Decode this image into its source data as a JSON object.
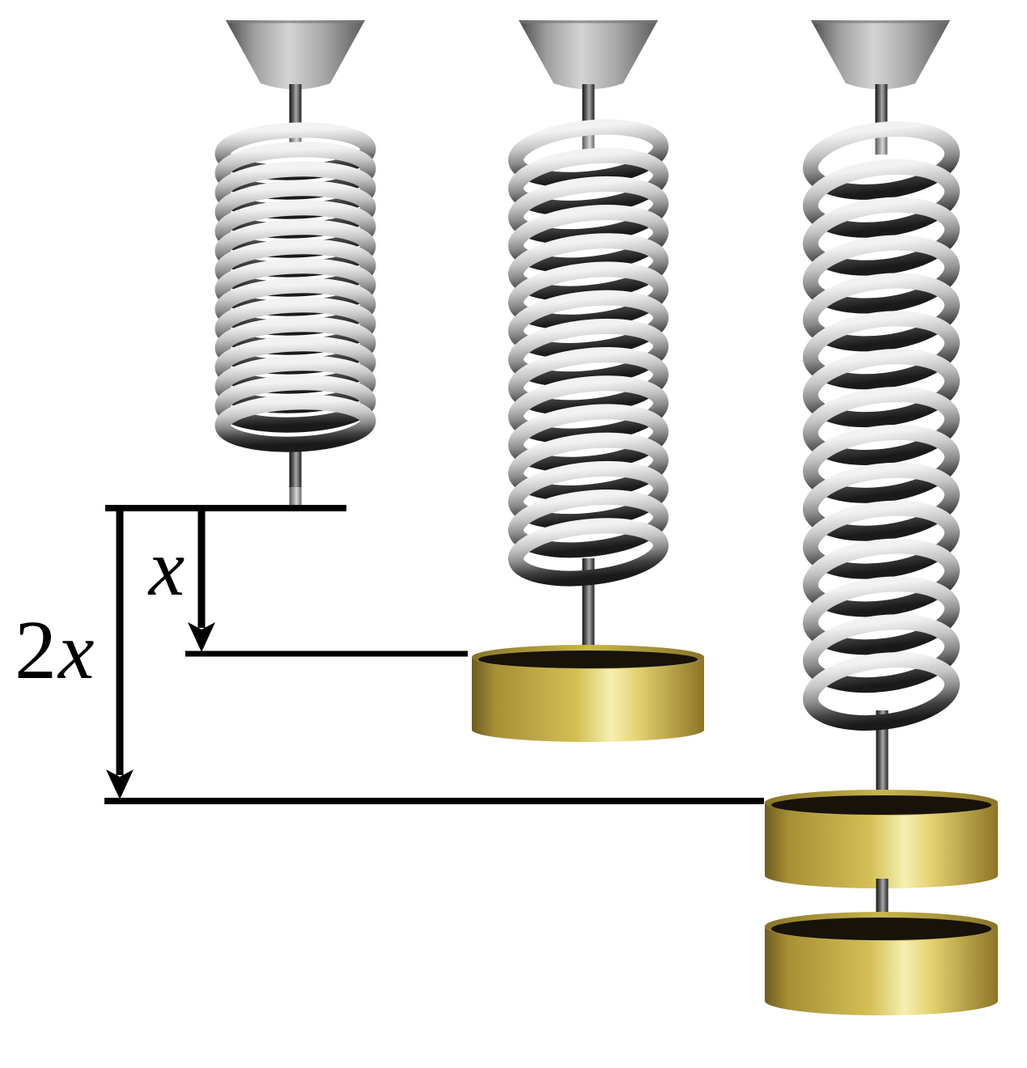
{
  "diagram": {
    "kind": "spring-extension-hookes-law",
    "description": "Three identical springs hang from conical supports: an unloaded spring, a spring stretched by x with one brass weight, and a spring stretched by 2x with two brass weights",
    "assemblies": [
      {
        "name": "unloaded spring",
        "hanging_weights": 0,
        "extension_label": ""
      },
      {
        "name": "spring with one weight",
        "hanging_weights": 1,
        "extension_label": "x"
      },
      {
        "name": "spring with two weights",
        "hanging_weights": 2,
        "extension_label": "2x"
      }
    ]
  },
  "labels": {
    "extension_small": "x",
    "extension_large": "2x",
    "extension_large_digit": "2",
    "extension_large_var": "x"
  },
  "colors": {
    "background": "#ffffff",
    "line": "#000000",
    "coil_stops": [
      "#f2f2f2",
      "#c4c4c4",
      "#8c8c8c",
      "#404040",
      "#1a1a1a"
    ],
    "cone_stops": [
      "#4a4a4a",
      "#9e9e9e",
      "#d4d4d4",
      "#a8a8a8",
      "#5c5c5c"
    ],
    "rod_stops": [
      "#111111",
      "#777777",
      "#a9a9a9",
      "#222222"
    ],
    "rod_sleeve_stops": [
      "#555555",
      "#b5b5b5",
      "#d8d8d8",
      "#666666"
    ],
    "gold_stops": [
      "#6e5c20",
      "#a78f35",
      "#d4bf55",
      "#f6efb0",
      "#e2d06e",
      "#8c7426"
    ],
    "gold_top_stops": [
      "#8a7428",
      "#c9b64b",
      "#8a7428"
    ],
    "disk_top_dark": "#17120a"
  }
}
